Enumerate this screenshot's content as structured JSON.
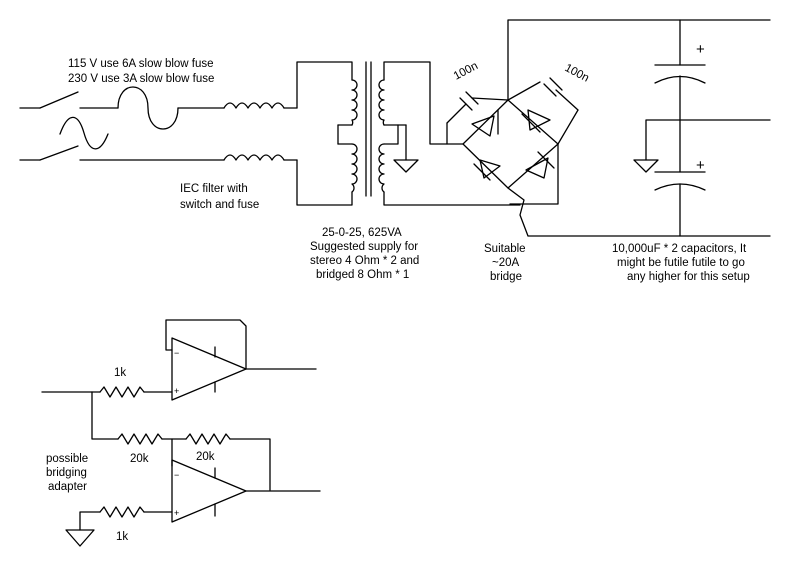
{
  "labels": {
    "fuse_115": "115 V use 6A slow blow fuse",
    "fuse_230": "230 V use 3A slow blow fuse",
    "iec_line1": "IEC filter with",
    "iec_line2": "switch and fuse",
    "transformer_line1": "25-0-25, 625VA",
    "transformer_line2": "Suggested supply for",
    "transformer_line3": "stereo 4 Ohm * 2 and",
    "transformer_line4": "bridged 8 Ohm * 1",
    "bridge_line1": "Suitable",
    "bridge_line2": "~20A",
    "bridge_line3": "bridge",
    "cap_left": "100n",
    "cap_right": "100n",
    "caps_line1": "10,000uF * 2 capacitors, It",
    "caps_line2": "might be futile futile to go",
    "caps_line3": "any higher for this setup",
    "res_top": "1k",
    "res_mid_left": "20k",
    "res_mid_right": "20k",
    "res_bottom": "1k",
    "adapter_line1": "possible",
    "adapter_line2": "bridging",
    "adapter_line3": "adapter"
  },
  "symbols": {
    "opamp_minus": "−",
    "opamp_plus": "+",
    "cap_plus": "+"
  }
}
